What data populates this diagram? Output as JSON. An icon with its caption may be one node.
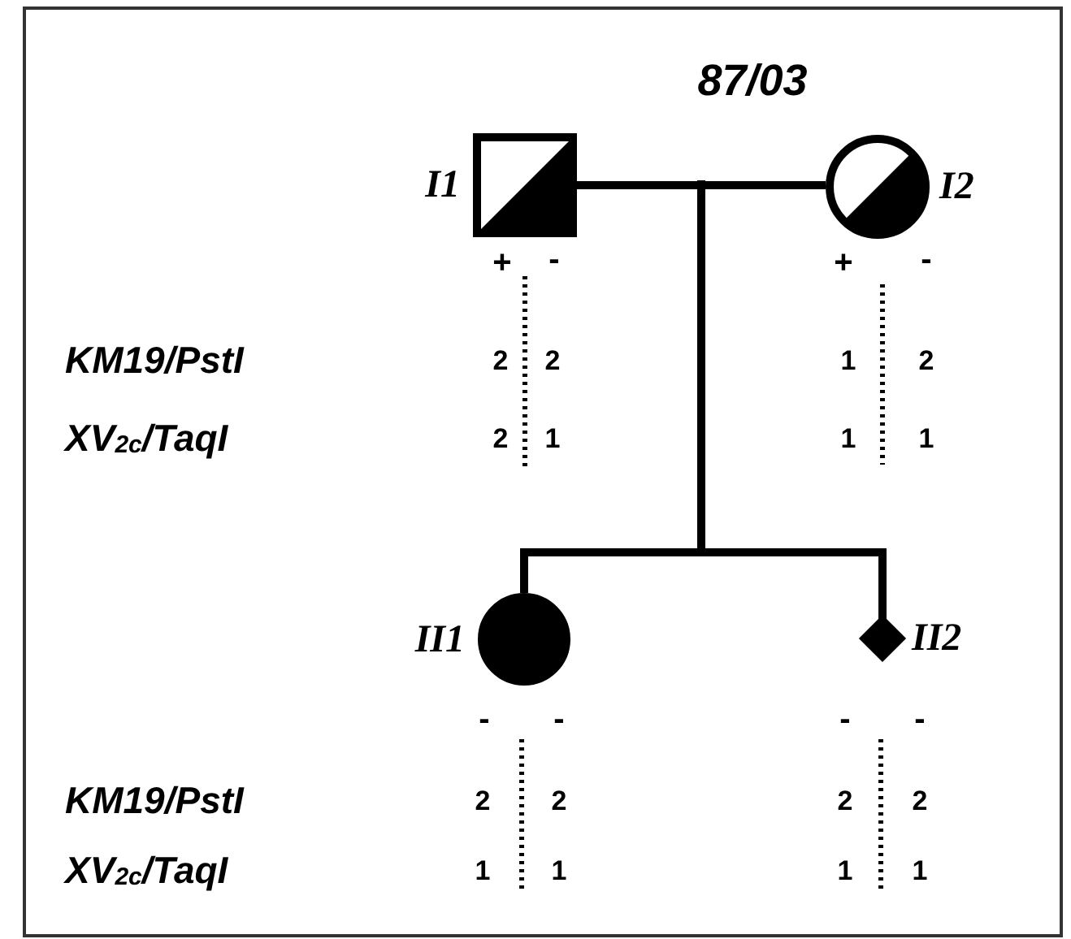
{
  "diagram": {
    "title": "87/03",
    "nodes": [
      {
        "text": [],
        "shape": "box",
        "beside": [
          "I1"
        ]
      },
      {
        "text": [],
        "shape": "circle",
        "beside": [
          "I2"
        ]
      },
      {
        "text": [],
        "shape": "circle",
        "beside": [
          "II1"
        ]
      },
      {
        "text": [],
        "shape": "diamond",
        "beside": [
          "II2"
        ]
      }
    ],
    "edges": [
      {
        "from": 0,
        "to": 1,
        "arrow": "none"
      },
      {
        "from": 0,
        "to": 2,
        "arrow": "none"
      },
      {
        "from": 0,
        "to": 3,
        "arrow": "none"
      },
      {
        "from": 1,
        "to": 2,
        "arrow": "none"
      },
      {
        "from": 1,
        "to": 3,
        "arrow": "none"
      }
    ],
    "labels": [
      "+",
      "-",
      "+",
      "-",
      "KM19/PstI",
      "2",
      "2",
      "1",
      "2",
      "XV$_{2c}$/TaqI",
      "2",
      "1",
      "1",
      "1",
      "-",
      "-",
      "-",
      "-",
      "KM19/PstI",
      "2",
      "2",
      "2",
      "2",
      "XV$_{2c}$/TaqI",
      "1",
      "1",
      "1",
      "1"
    ]
  }
}
